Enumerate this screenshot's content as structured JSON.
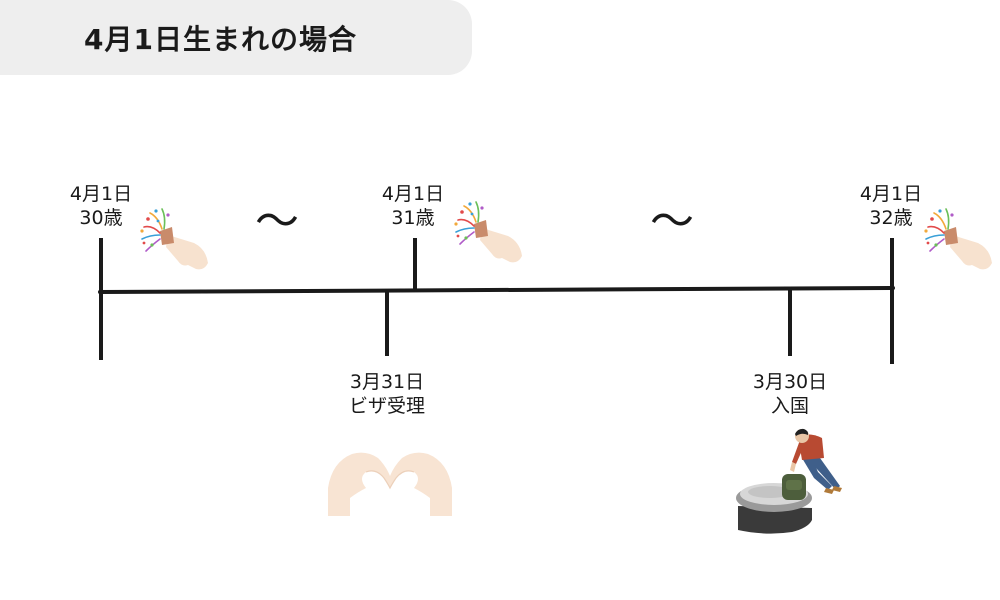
{
  "title": "4月1日生まれの場合",
  "birthdays": [
    {
      "date": "4月1日",
      "age": "30歳"
    },
    {
      "date": "4月1日",
      "age": "31歳"
    },
    {
      "date": "4月1日",
      "age": "32歳"
    }
  ],
  "events": [
    {
      "date": "3月31日",
      "label": "ビザ受理"
    },
    {
      "date": "3月30日",
      "label": "入国"
    }
  ],
  "separators": [
    "～",
    "～"
  ],
  "colors": {
    "line": "#1a1a1a",
    "title_bg": "#eeeeee",
    "hand": "#f7e2cf",
    "shirt": "#b84a32",
    "jeans": "#3f5f8a",
    "bag": "#4d5e3c"
  },
  "icons": [
    "party-popper-icon",
    "heart-hands-icon",
    "traveler-icon"
  ]
}
